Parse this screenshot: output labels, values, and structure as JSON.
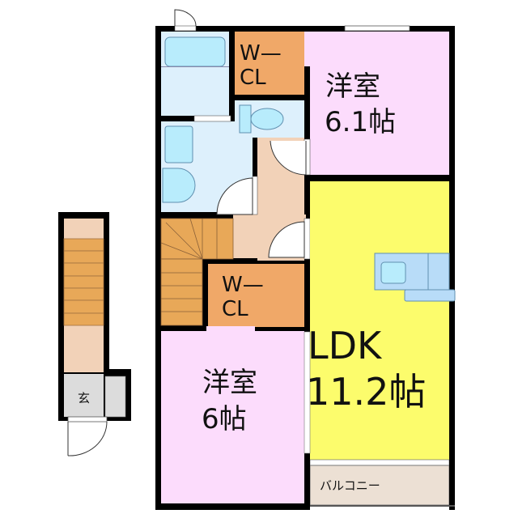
{
  "rooms": {
    "western_room_1": {
      "name": "洋室",
      "size": "6.1帖"
    },
    "western_room_2": {
      "name": "洋室",
      "size": "6帖"
    },
    "ldk": {
      "name": "LDK",
      "size": "11.2帖"
    },
    "walk_in_closet_1": {
      "line1": "W—",
      "line2": "CL"
    },
    "walk_in_closet_2": {
      "line1": "W—",
      "line2": "CL"
    },
    "entrance": {
      "name": "玄"
    },
    "balcony": {
      "name": "バルコニー"
    }
  },
  "colors": {
    "wall": "#000000",
    "western_room": "#fcdcfc",
    "ldk": "#fcfc6c",
    "closet": "#f0a868",
    "hallway": "#f2d2b8",
    "stairs": "#e8a858",
    "wet_area": "#ddf0fc",
    "fixture": "#b8dcf8",
    "entrance": "#dcdcdc",
    "balcony": "#ece0d4"
  }
}
